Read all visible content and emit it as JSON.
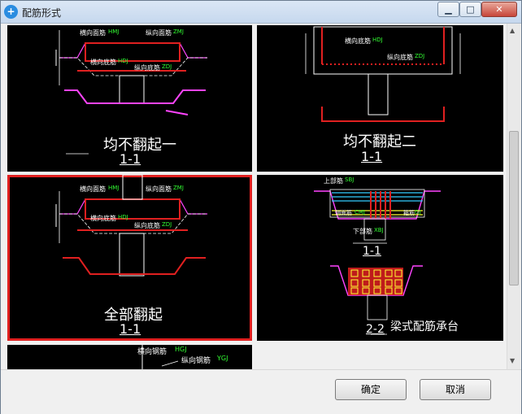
{
  "window": {
    "title": "配筋形式",
    "icon": "app-icon",
    "controls": {
      "minimize": "minimize-icon",
      "maximize": "maximize-icon",
      "close": "close-icon"
    }
  },
  "options": [
    {
      "name": "均不翻起一",
      "section": "1-1",
      "labels": {
        "trans": "横向面筋",
        "long_top": "纵向面筋",
        "trans_bot": "横向底筋",
        "long_bot": "纵向底筋",
        "a": "HMJ",
        "b": "ZMJ",
        "c": "HDJ",
        "d": "ZDJ"
      }
    },
    {
      "name": "均不翻起二",
      "section": "1-1",
      "labels": {
        "trans": "横向底筋",
        "long_bot": "纵向底筋",
        "c": "HDJ",
        "d": "ZDJ"
      }
    },
    {
      "name": "全部翻起",
      "section": "1-1",
      "selected": true,
      "labels": {
        "trans": "横向面筋",
        "long_top": "纵向面筋",
        "trans_bot": "横向底筋",
        "long_bot": "纵向底筋",
        "a": "HMJ",
        "b": "ZMJ",
        "c": "HDJ",
        "d": "ZDJ"
      }
    },
    {
      "name": "梁式配筋承台",
      "section1": "1-1",
      "section2": "2-2",
      "labels": {
        "top": "上部筋",
        "top_code": "SBJ",
        "bot": "下部筋",
        "bot_code": "XBJ",
        "side": "侧面筋",
        "side_code": "CMJ",
        "stirrup": "箍筋",
        "stirrup_code": "GJ"
      }
    },
    {
      "name": "",
      "section": "",
      "labels": {
        "trans": "横向钢筋",
        "a": "HGJ",
        "long": "纵向钢筋",
        "b": "YGJ"
      }
    }
  ],
  "buttons": {
    "ok": "确定",
    "cancel": "取消"
  },
  "colors": {
    "canvas": "#000000",
    "rebar": "#e02020",
    "outline": "#ff44ff",
    "dim": "#ffffff",
    "code": "#33ff33",
    "highlight": "#e02020"
  }
}
